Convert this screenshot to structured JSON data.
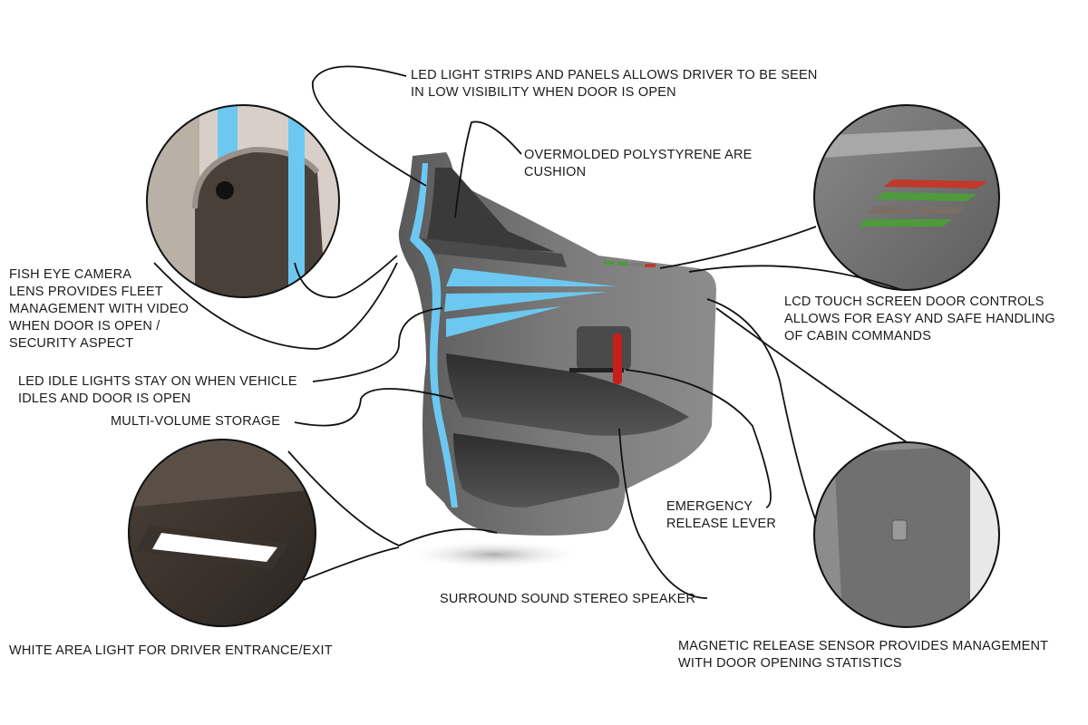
{
  "callouts": {
    "led_strips": "LED LIGHT STRIPS AND PANELS ALLOWS DRIVER TO BE SEEN\nIN LOW VISIBILITY WHEN DOOR IS OPEN",
    "cushion": "OVERMOLDED POLYSTYRENE ARE\nCUSHION",
    "camera": "FISH EYE CAMERA\nLENS PROVIDES FLEET\nMANAGEMENT WITH VIDEO\nWHEN DOOR IS OPEN /\nSECURITY ASPECT",
    "lcd": "LCD TOUCH SCREEN DOOR CONTROLS\nALLOWS FOR EASY AND SAFE HANDLING\nOF CABIN COMMANDS",
    "idle_lights": "LED IDLE LIGHTS STAY ON WHEN VEHICLE\nIDLES AND DOOR IS OPEN",
    "storage": "MULTI-VOLUME STORAGE",
    "emergency": "EMERGENCY\nRELEASE LEVER",
    "speaker": "SURROUND SOUND STEREO SPEAKER",
    "area_light": "WHITE AREA LIGHT FOR DRIVER ENTRANCE/EXIT",
    "magnetic": "MAGNETIC RELEASE SENSOR PROVIDES MANAGEMENT\nWITH DOOR OPENING STATISTICS"
  },
  "colors": {
    "door_body": "#6e6e6e",
    "led_blue": "#6cc8f0",
    "lever_red": "#c4201c",
    "control_red": "#c0392b",
    "control_green": "#4e9a3c",
    "leader_line": "#111111"
  }
}
